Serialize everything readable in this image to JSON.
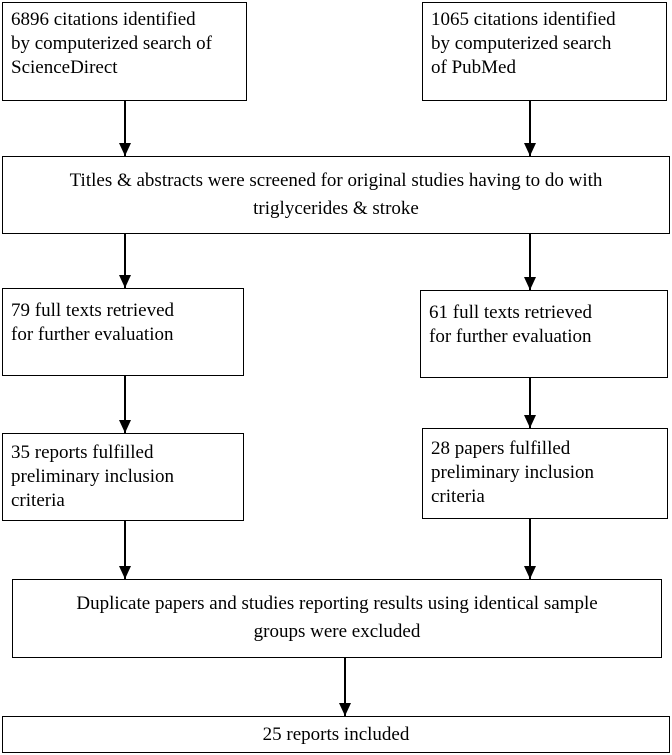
{
  "flowchart": {
    "search_sciencedirect": {
      "lines": [
        "6896 citations identified",
        "by computerized search of",
        "ScienceDirect"
      ]
    },
    "search_pubmed": {
      "lines": [
        "1065 citations identified",
        "by computerized search",
        "of PubMed"
      ]
    },
    "screening": {
      "lines": [
        "Titles & abstracts were screened for original studies having to do with",
        "triglycerides & stroke"
      ]
    },
    "fulltext_left": {
      "lines": [
        "79  full texts retrieved",
        "for further evaluation"
      ]
    },
    "fulltext_right": {
      "lines": [
        "61  full texts retrieved",
        "for further evaluation"
      ]
    },
    "inclusion_left": {
      "lines": [
        "35  reports fulfilled",
        "preliminary inclusion",
        "criteria"
      ]
    },
    "inclusion_right": {
      "lines": [
        "28  papers fulfilled",
        "preliminary inclusion",
        "criteria"
      ]
    },
    "duplicates": {
      "lines": [
        "Duplicate papers and studies reporting results using identical sample",
        "groups were excluded"
      ]
    },
    "final": {
      "lines": [
        "25  reports included"
      ]
    }
  }
}
